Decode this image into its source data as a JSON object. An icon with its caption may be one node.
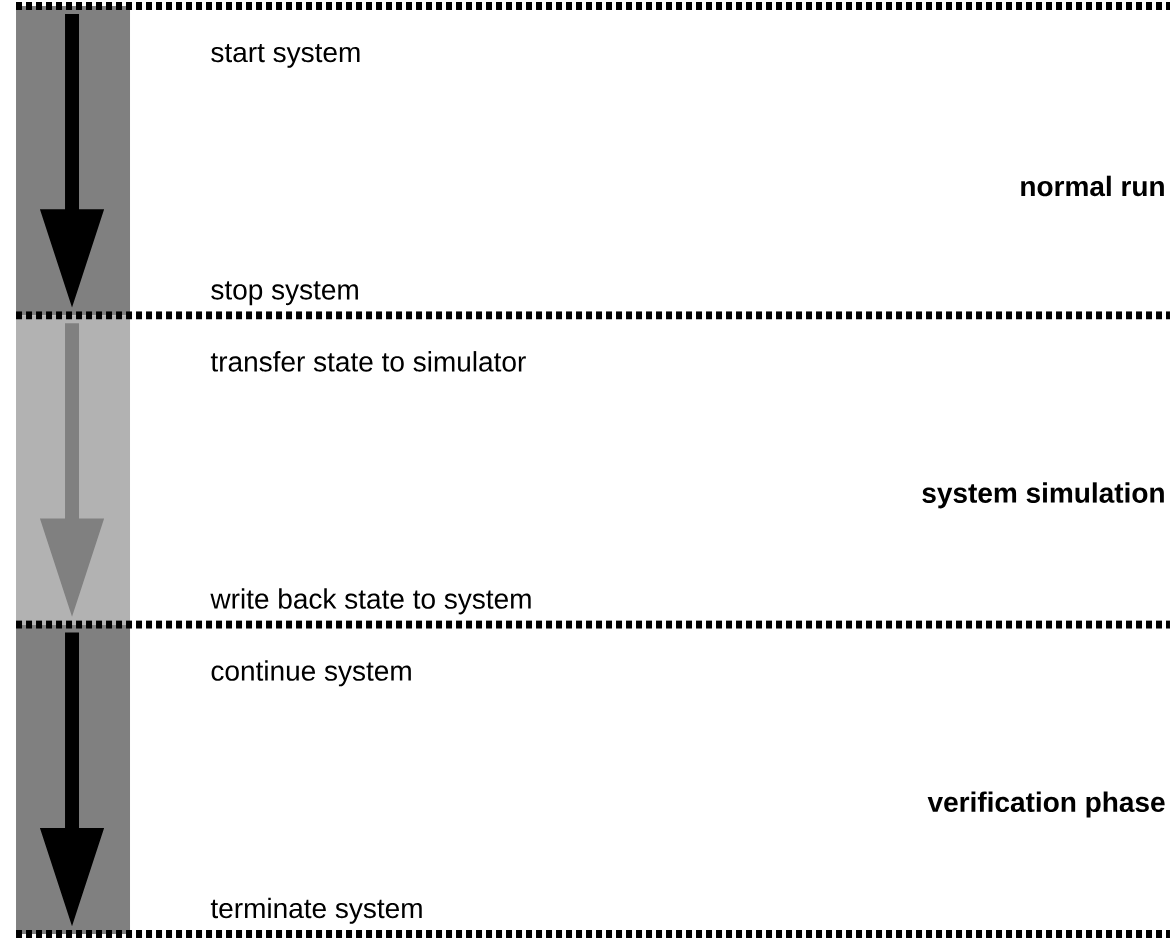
{
  "diagram": {
    "nodes": [
      {
        "text": [],
        "shape": "bar",
        "beside": [
          "start system",
          "stop system"
        ]
      },
      {
        "text": [],
        "shape": "bar",
        "beside": [
          "transfer state to simulator",
          "write back state to system"
        ]
      },
      {
        "text": [],
        "shape": "bar",
        "beside": [
          "continue system",
          "terminate system"
        ]
      }
    ],
    "labels": [
      "normal run",
      "system simulation",
      "verification phase"
    ]
  }
}
